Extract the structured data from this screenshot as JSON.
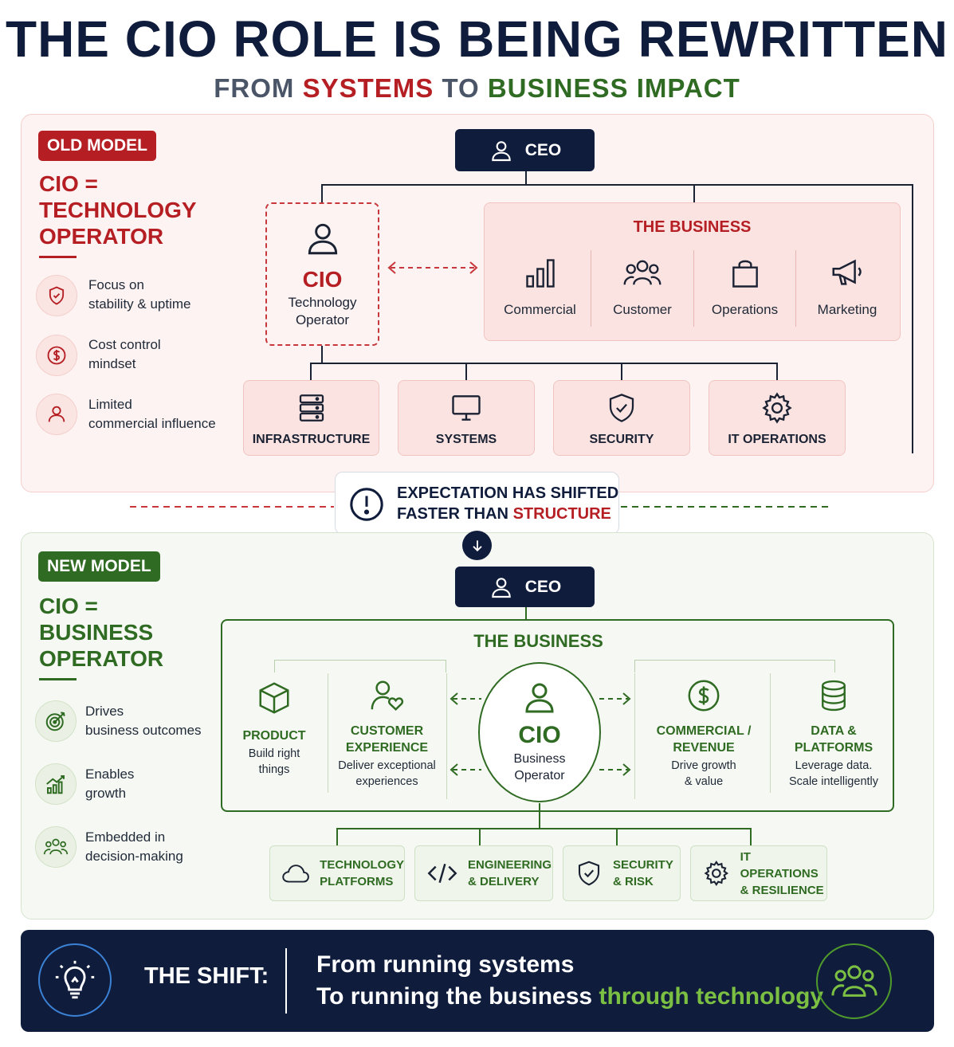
{
  "title": "THE CIO ROLE IS BEING REWRITTEN",
  "subtitle": {
    "from": "FROM",
    "systems": "SYSTEMS",
    "to": "TO",
    "business_impact": "BUSINESS IMPACT"
  },
  "old_model": {
    "tag": "OLD MODEL",
    "heading": [
      "CIO =",
      "TECHNOLOGY",
      "OPERATOR"
    ],
    "bullets": [
      {
        "icon": "shield-check-icon",
        "lines": [
          "Focus on",
          "stability & uptime"
        ]
      },
      {
        "icon": "dollar-icon",
        "lines": [
          "Cost control",
          "mindset"
        ]
      },
      {
        "icon": "person-icon",
        "lines": [
          "Limited",
          "commercial influence"
        ]
      }
    ],
    "ceo": "CEO",
    "cio": {
      "title": "CIO",
      "sub": [
        "Technology",
        "Operator"
      ]
    },
    "business": {
      "title": "THE BUSINESS",
      "items": [
        {
          "icon": "bar-chart-icon",
          "label": "Commercial"
        },
        {
          "icon": "people-icon",
          "label": "Customer"
        },
        {
          "icon": "shopping-bag-icon",
          "label": "Operations"
        },
        {
          "icon": "megaphone-icon",
          "label": "Marketing"
        }
      ]
    },
    "functions": [
      {
        "icon": "server-icon",
        "label": "INFRASTRUCTURE"
      },
      {
        "icon": "monitor-icon",
        "label": "SYSTEMS"
      },
      {
        "icon": "shield-check-icon",
        "label": "SECURITY"
      },
      {
        "icon": "gear-icon",
        "label": "IT OPERATIONS"
      }
    ]
  },
  "callout": {
    "line1": "EXPECTATION HAS SHIFTED",
    "line2_prefix": "FASTER THAN",
    "line2_highlight": "STRUCTURE"
  },
  "new_model": {
    "tag": "NEW MODEL",
    "heading": [
      "CIO =",
      "BUSINESS",
      "OPERATOR"
    ],
    "bullets": [
      {
        "icon": "target-icon",
        "lines": [
          "Drives",
          "business outcomes"
        ]
      },
      {
        "icon": "growth-chart-icon",
        "lines": [
          "Enables",
          "growth"
        ]
      },
      {
        "icon": "people-icon",
        "lines": [
          "Embedded in",
          "decision-making"
        ]
      }
    ],
    "ceo": "CEO",
    "business_title": "THE BUSINESS",
    "cio": {
      "title": "CIO",
      "sub": [
        "Business",
        "Operator"
      ]
    },
    "capabilities": [
      {
        "icon": "cube-icon",
        "title": [
          "PRODUCT"
        ],
        "sub": [
          "Build right",
          "things"
        ]
      },
      {
        "icon": "person-heart-icon",
        "title": [
          "CUSTOMER",
          "EXPERIENCE"
        ],
        "sub": [
          "Deliver exceptional",
          "experiences"
        ]
      },
      {
        "icon": "dollar-icon",
        "title": [
          "COMMERCIAL /",
          "REVENUE"
        ],
        "sub": [
          "Drive growth",
          "& value"
        ]
      },
      {
        "icon": "database-icon",
        "title": [
          "DATA &",
          "PLATFORMS"
        ],
        "sub": [
          "Leverage data.",
          "Scale intelligently"
        ]
      }
    ],
    "functions": [
      {
        "icon": "cloud-icon",
        "label": [
          "TECHNOLOGY",
          "PLATFORMS"
        ]
      },
      {
        "icon": "code-icon",
        "label": [
          "ENGINEERING",
          "& DELIVERY"
        ]
      },
      {
        "icon": "shield-check-icon",
        "label": [
          "SECURITY",
          "& RISK"
        ]
      },
      {
        "icon": "gear-icon",
        "label": [
          "IT OPERATIONS",
          "& RESILIENCE"
        ]
      }
    ]
  },
  "shift": {
    "label": "THE SHIFT:",
    "line1": "From running systems",
    "line2_prefix": "To running the business",
    "line2_highlight": "through technology"
  },
  "colors": {
    "navy": "#101c3c",
    "red": "#b51f24",
    "green": "#2f6b22",
    "light_green": "#7bc043"
  }
}
